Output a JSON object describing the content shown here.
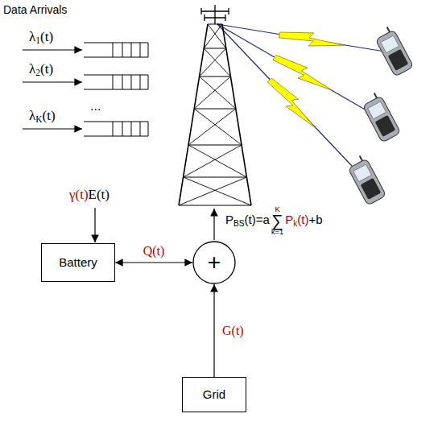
{
  "diagram": {
    "nodes": [
      {
        "text": [
          "Battery"
        ]
      },
      {
        "text": [
          "+"
        ]
      },
      {
        "text": [
          "Grid"
        ]
      }
    ],
    "edges": [
      {
        "from": 0,
        "to": 1,
        "arrow": "both",
        "label": "Q(t)"
      },
      {
        "from": 2,
        "to": 1,
        "arrow": "to",
        "label": "G(t)"
      }
    ],
    "labels": [
      "Data Arrivals",
      "λ",
      "1",
      "(t)",
      "λ",
      "2",
      "(t)",
      "...",
      "λ",
      "K",
      "(t)",
      "γ(t)",
      "E(t)",
      "P",
      "BS",
      "(t)=a",
      "K",
      "∑",
      "k=1",
      "P",
      "k",
      "(t)",
      "+b"
    ]
  }
}
